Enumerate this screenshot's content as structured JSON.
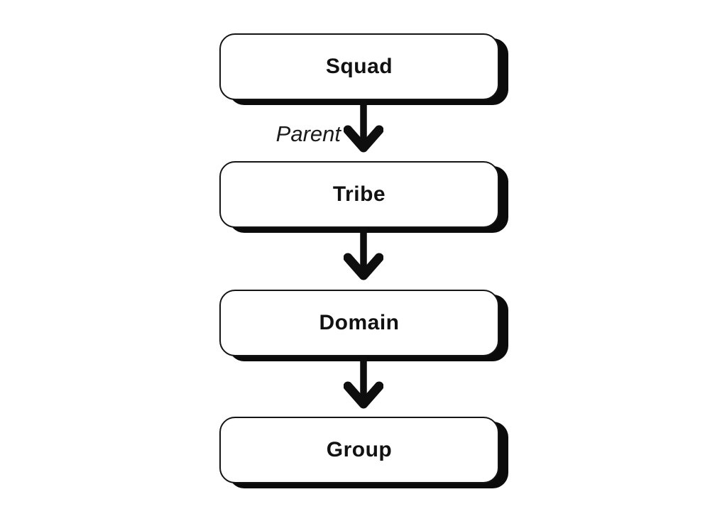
{
  "diagram": {
    "type": "flowchart-vertical",
    "nodes": [
      {
        "id": "squad",
        "label": "Squad"
      },
      {
        "id": "tribe",
        "label": "Tribe"
      },
      {
        "id": "domain",
        "label": "Domain"
      },
      {
        "id": "group",
        "label": "Group"
      }
    ],
    "edges": [
      {
        "from": "Squad",
        "to": "Tribe",
        "label": "Parent",
        "direction": "down"
      },
      {
        "from": "Tribe",
        "to": "Domain",
        "label": "",
        "direction": "down"
      },
      {
        "from": "Domain",
        "to": "Group",
        "label": "",
        "direction": "down"
      }
    ],
    "colors": {
      "background": "#ffffff",
      "node_fill": "#ffffff",
      "node_border": "#141414",
      "node_shadow": "#0b0b0b",
      "arrow": "#0e0e0e",
      "text": "#111111"
    }
  }
}
